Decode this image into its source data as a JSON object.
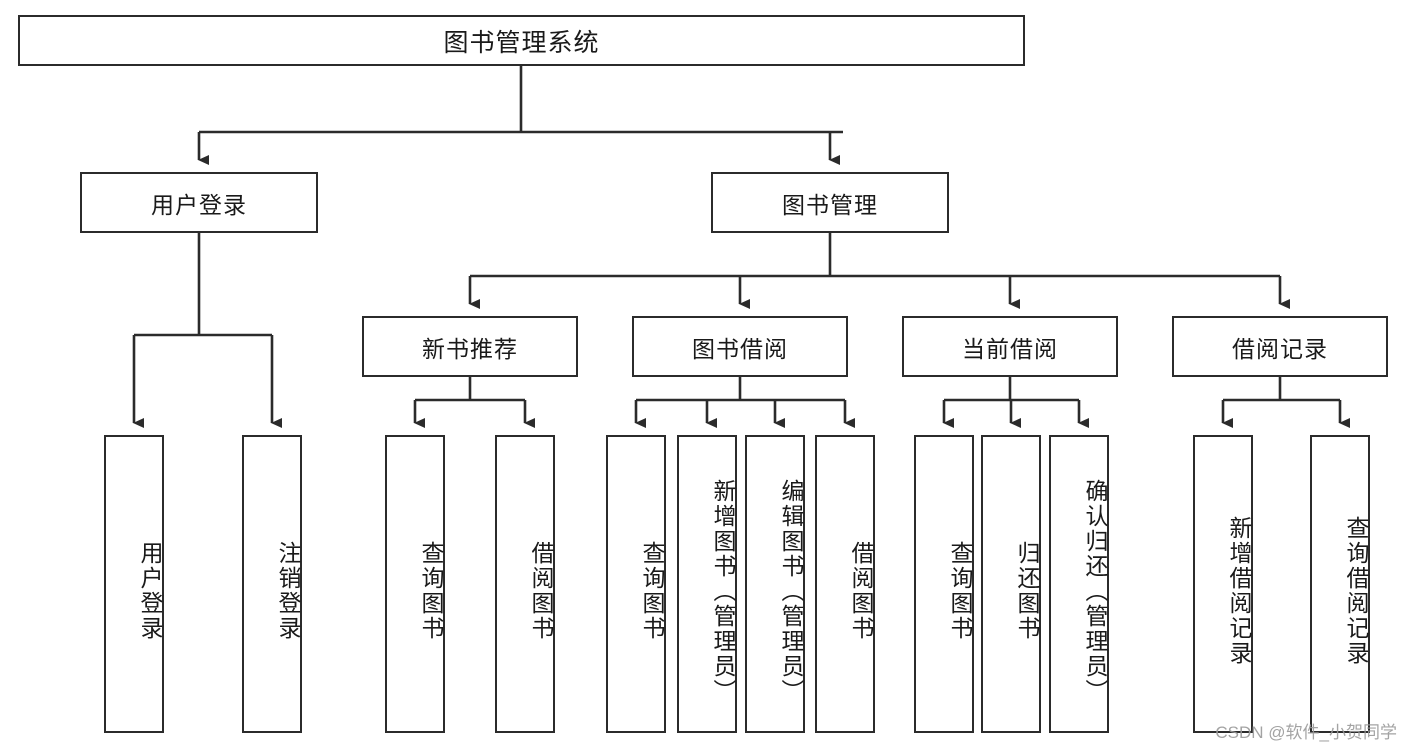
{
  "diagram": {
    "title": "图书管理系统",
    "type": "tree-hierarchy-diagram",
    "colors": {
      "box_border": "#2b2b2b",
      "box_fill": "#ffffff",
      "connector": "#2b2b2b",
      "text": "#1a1a1a",
      "watermark": "#9a9a9a"
    },
    "root": {
      "label": "图书管理系统"
    },
    "level2": [
      {
        "label": "用户登录"
      },
      {
        "label": "图书管理"
      }
    ],
    "level3": [
      {
        "label": "新书推荐"
      },
      {
        "label": "图书借阅"
      },
      {
        "label": "当前借阅"
      },
      {
        "label": "借阅记录"
      }
    ],
    "leaves": {
      "user_login": [
        {
          "label": "用户登录"
        },
        {
          "label": "注销登录"
        }
      ],
      "new_book_recommend": [
        {
          "label": "查询图书"
        },
        {
          "label": "借阅图书"
        }
      ],
      "book_borrow": [
        {
          "label": "查询图书"
        },
        {
          "label": "新增图书（管理员）"
        },
        {
          "label": "编辑图书（管理员）"
        },
        {
          "label": "借阅图书"
        }
      ],
      "current_borrow": [
        {
          "label": "查询图书"
        },
        {
          "label": "归还图书"
        },
        {
          "label": "确认归还（管理员）"
        }
      ],
      "borrow_record": [
        {
          "label": "新增借阅记录"
        },
        {
          "label": "查询借阅记录"
        }
      ]
    }
  },
  "watermark": {
    "text": "CSDN @软件_小贺同学"
  }
}
